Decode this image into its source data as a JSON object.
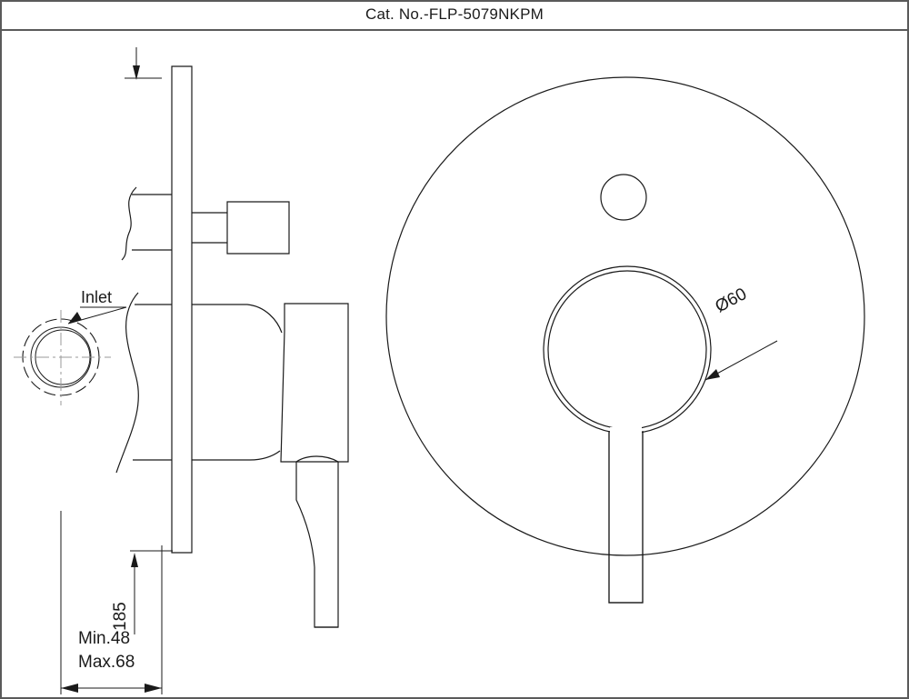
{
  "header": {
    "title": "Cat. No.-FLP-5079NKPM"
  },
  "drawing": {
    "type": "engineering-technical-drawing",
    "subject": "concealed shower diverter mixer trim",
    "views": [
      {
        "name": "side-section-view",
        "position": "left"
      },
      {
        "name": "front-elevation-view",
        "position": "right"
      }
    ],
    "annotations": {
      "inlet_label": "Inlet",
      "diameter_label": "Ø60",
      "height_dim": "185",
      "depth_min": "Min.48",
      "depth_max": "Max.68"
    },
    "colors": {
      "line": "#1a1a1a",
      "centerline": "#9a9a9a",
      "frame": "#5a5a5a",
      "background": "#ffffff"
    }
  }
}
